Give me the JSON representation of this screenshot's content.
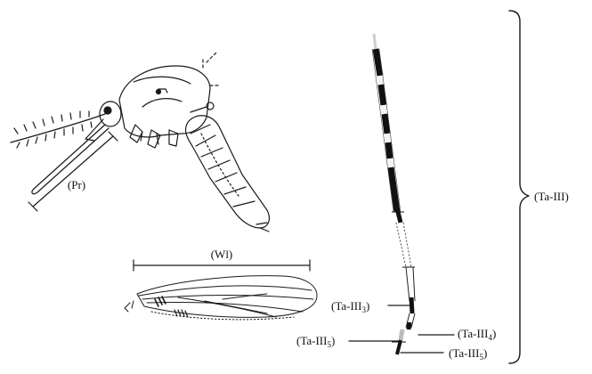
{
  "labels": {
    "proboscis": "(Pr)",
    "wing_length": "(Wl)",
    "hind_tarsus": {
      "base": "(Ta-III",
      "close": ")"
    },
    "tarsomere_3": {
      "base": "(Ta-III",
      "sub": "3",
      "close": ")"
    },
    "tarsomere_4": {
      "base": "(Ta-III",
      "sub": "4",
      "close": ")"
    },
    "tarsomere_5_left": {
      "base": "(Ta-III",
      "sub": "5",
      "close": ")"
    },
    "tarsomere_5_right": {
      "base": "(Ta-III",
      "sub": "5",
      "close": ")"
    }
  },
  "colors": {
    "ink": "#1a1a1a",
    "background": "#ffffff"
  }
}
